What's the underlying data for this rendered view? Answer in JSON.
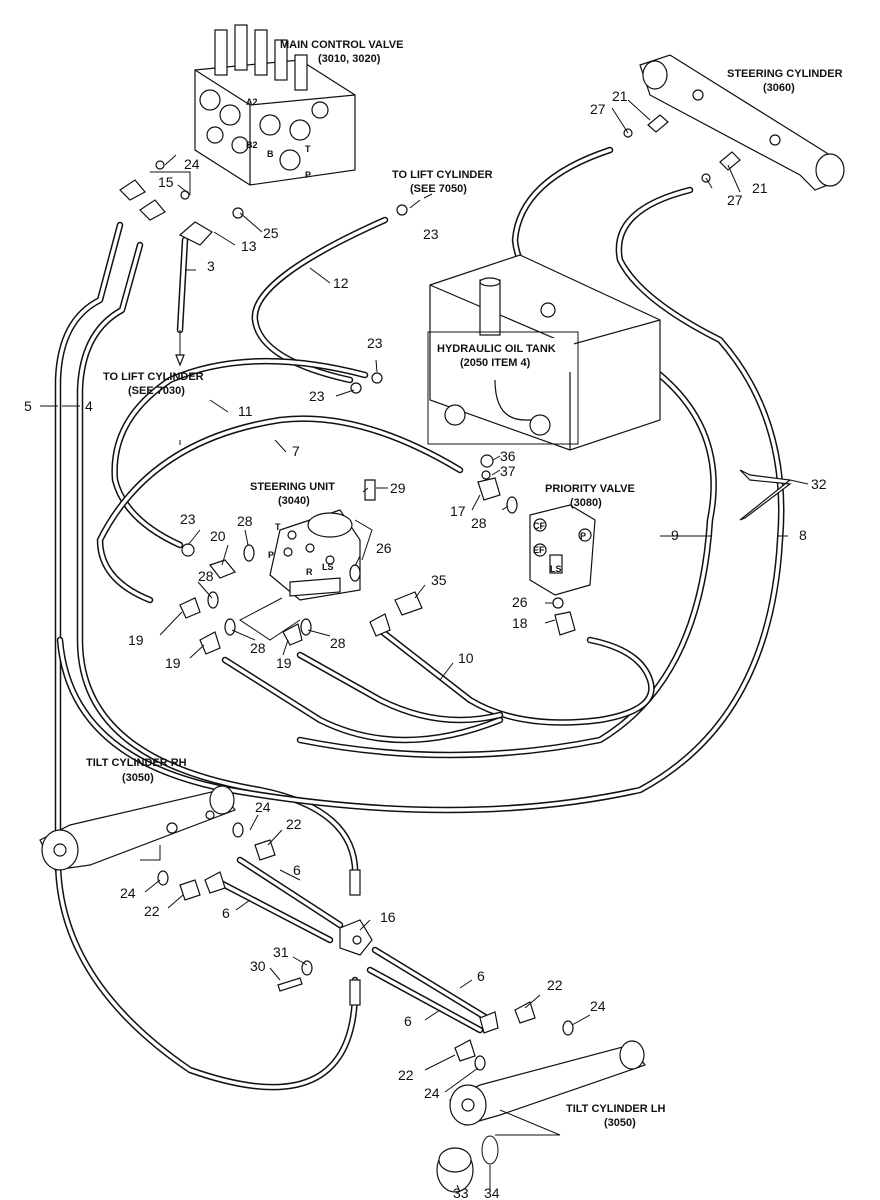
{
  "components": {
    "main_control_valve": {
      "name": "MAIN CONTROL VALVE",
      "ref": "(3010, 3020)"
    },
    "steering_cylinder": {
      "name": "STEERING CYLINDER",
      "ref": "(3060)"
    },
    "lift_cylinder_top": {
      "name": "TO LIFT CYLINDER",
      "ref": "(SEE 7050)"
    },
    "lift_cylinder_left": {
      "name": "TO LIFT CYLINDER",
      "ref": "(SEE 7030)"
    },
    "hydraulic_tank": {
      "name": "HYDRAULIC OIL TANK",
      "ref": "(2050 ITEM 4)"
    },
    "steering_unit": {
      "name": "STEERING UNIT",
      "ref": "(3040)"
    },
    "priority_valve": {
      "name": "PRIORITY VALVE",
      "ref": "(3080)"
    },
    "tilt_cylinder_rh": {
      "name": "TILT CYLINDER RH",
      "ref": "(3050)"
    },
    "tilt_cylinder_lh": {
      "name": "TILT CYLINDER LH",
      "ref": "(3050)"
    }
  },
  "ports": {
    "a2": "A2",
    "b2": "B2",
    "b": "B",
    "t_valve": "T",
    "p_valve": "P",
    "t": "T",
    "p": "P",
    "r": "R",
    "ls": "LS",
    "cf": "CF",
    "ef": "EF",
    "p_prio": "P",
    "ls_prio": "LS"
  },
  "callouts": {
    "c24a": "24",
    "c15": "15",
    "c25": "25",
    "c13": "13",
    "c3": "3",
    "c27a": "27",
    "c21a": "21",
    "c21b": "21",
    "c27b": "27",
    "c23a": "23",
    "c12": "12",
    "c23b": "23",
    "c23c": "23",
    "c5": "5",
    "c4": "4",
    "c11": "11",
    "c7": "7",
    "c36": "36",
    "c37": "37",
    "c29": "29",
    "c17": "17",
    "c28a": "28",
    "c32": "32",
    "c23d": "23",
    "c28b": "28",
    "c20": "20",
    "c9": "9",
    "c8": "8",
    "c26a": "26",
    "c35": "35",
    "c28c": "28",
    "c19a": "19",
    "c26b": "26",
    "c18": "18",
    "c28d": "28",
    "c28e": "28",
    "c19b": "19",
    "c19c": "19",
    "c10": "10",
    "c24b": "24",
    "c22a": "22",
    "c6a": "6",
    "c24c": "24",
    "c22b": "22",
    "c6b": "6",
    "c16": "16",
    "c31": "31",
    "c30": "30",
    "c6c": "6",
    "c22c": "22",
    "c24d": "24",
    "c6d": "6",
    "c22d": "22",
    "c24e": "24",
    "c33": "33",
    "c34": "34"
  }
}
